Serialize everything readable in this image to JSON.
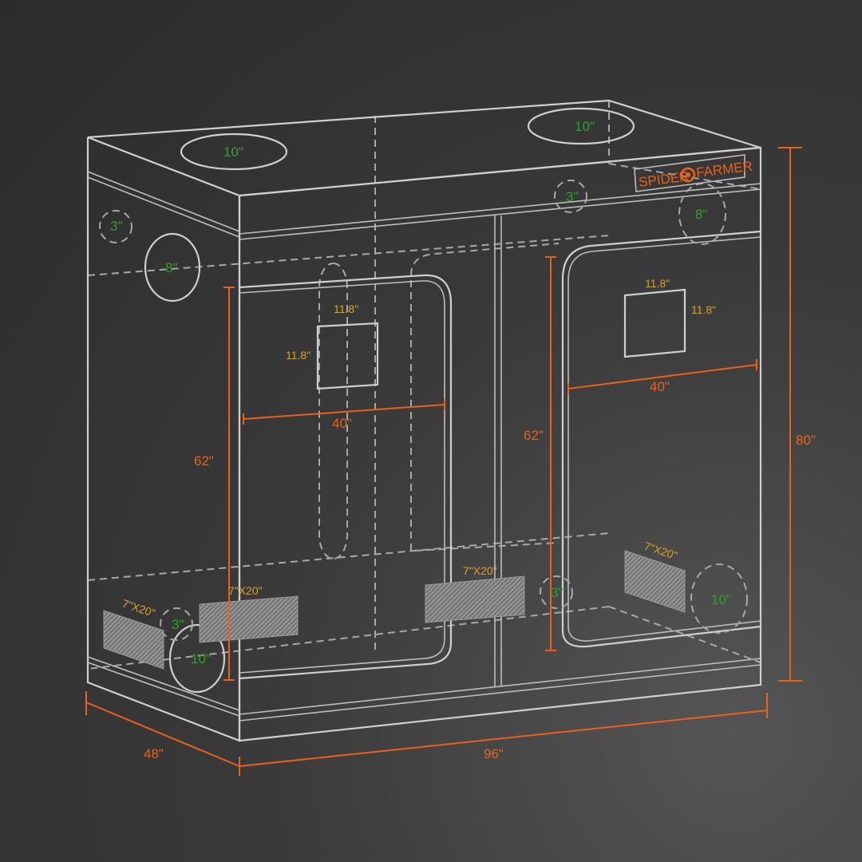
{
  "brand": {
    "name_left": "SPIDER",
    "name_right": "FARMER",
    "color": "#e8621a"
  },
  "dimensions": {
    "height": "80\"",
    "width": "96\"",
    "depth": "48\"",
    "door_height_left": "62\"",
    "door_height_right": "62\"",
    "door_width_left": "40\"",
    "door_width_right": "40\""
  },
  "windows": {
    "left_w": "11.8\"",
    "left_h": "11.8\"",
    "right_w": "11.8\"",
    "right_h": "11.8\""
  },
  "ports": {
    "top_left": "10\"",
    "top_right": "10\"",
    "side_3": "3\"",
    "side_8": "8\"",
    "side_bottom_10": "10\"",
    "side_bottom_3": "3\"",
    "back_3_top": "3\"",
    "back_8": "8\"",
    "back_3_bottom": "3\"",
    "back_10": "10\""
  },
  "vents": {
    "side": "7\"X20\"",
    "front_left": "7\"X20\"",
    "front_mid": "7\"X20\"",
    "back_right": "7\"X20\""
  },
  "colors": {
    "dimension": "#e8621a",
    "port_label": "#2ea02e",
    "window_label": "#dca126"
  }
}
